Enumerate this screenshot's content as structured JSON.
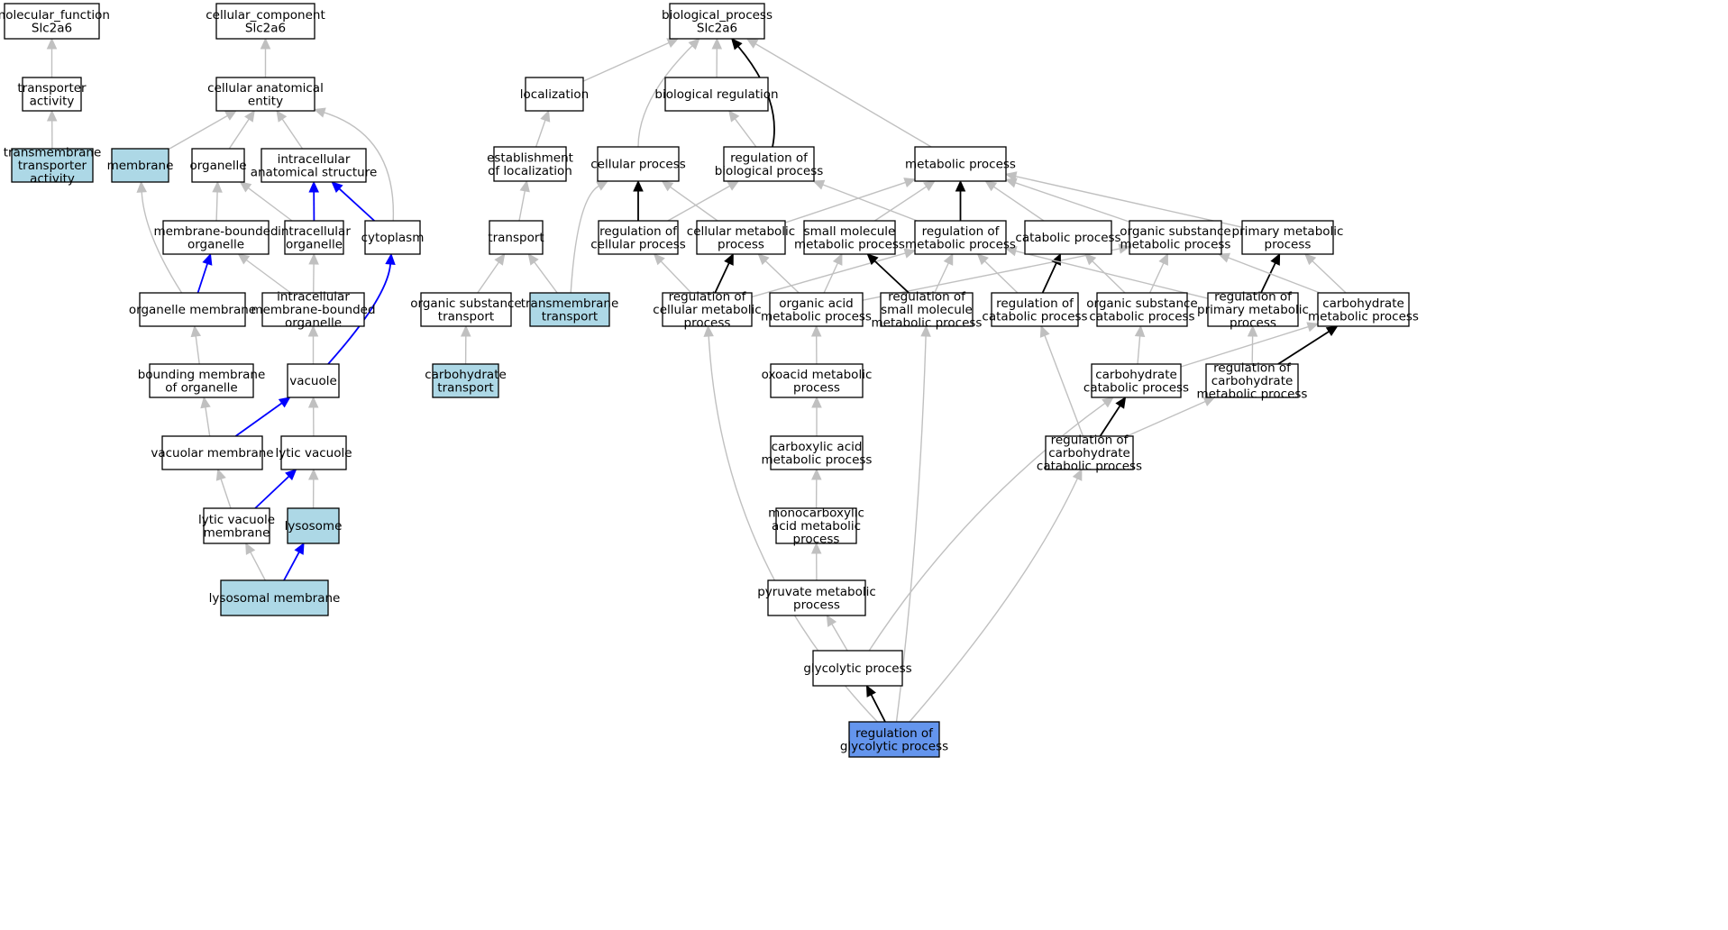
{
  "colors": {
    "white": "#ffffff",
    "light": "#add8e6",
    "focus": "#6495ed",
    "gray": "#c0c0c0",
    "black": "#000000",
    "blue": "#0000ff"
  },
  "nodes": [
    {
      "id": "mf",
      "lines": [
        "molecular_function",
        "Slc2a6"
      ],
      "fill": "white"
    },
    {
      "id": "ta",
      "lines": [
        "transporter",
        "activity"
      ],
      "fill": "white"
    },
    {
      "id": "tta",
      "lines": [
        "transmembrane",
        "transporter",
        "activity"
      ],
      "fill": "light"
    },
    {
      "id": "cc",
      "lines": [
        "cellular_component",
        "Slc2a6"
      ],
      "fill": "white"
    },
    {
      "id": "cae",
      "lines": [
        "cellular anatomical",
        "entity"
      ],
      "fill": "white"
    },
    {
      "id": "mem",
      "lines": [
        "membrane"
      ],
      "fill": "light"
    },
    {
      "id": "org",
      "lines": [
        "organelle"
      ],
      "fill": "white"
    },
    {
      "id": "ias",
      "lines": [
        "intracellular",
        "anatomical structure"
      ],
      "fill": "white"
    },
    {
      "id": "mbo",
      "lines": [
        "membrane-bounded",
        "organelle"
      ],
      "fill": "white"
    },
    {
      "id": "io",
      "lines": [
        "intracellular",
        "organelle"
      ],
      "fill": "white"
    },
    {
      "id": "cyt",
      "lines": [
        "cytoplasm"
      ],
      "fill": "white"
    },
    {
      "id": "om",
      "lines": [
        "organelle membrane"
      ],
      "fill": "white"
    },
    {
      "id": "imbo",
      "lines": [
        "intracellular",
        "membrane-bounded",
        "organelle"
      ],
      "fill": "white"
    },
    {
      "id": "bmo",
      "lines": [
        "bounding membrane",
        "of organelle"
      ],
      "fill": "white"
    },
    {
      "id": "vac",
      "lines": [
        "vacuole"
      ],
      "fill": "white"
    },
    {
      "id": "vm",
      "lines": [
        "vacuolar membrane"
      ],
      "fill": "white"
    },
    {
      "id": "lv",
      "lines": [
        "lytic vacuole"
      ],
      "fill": "white"
    },
    {
      "id": "lvm",
      "lines": [
        "lytic vacuole",
        "membrane"
      ],
      "fill": "white"
    },
    {
      "id": "lys",
      "lines": [
        "lysosome"
      ],
      "fill": "light"
    },
    {
      "id": "lm",
      "lines": [
        "lysosomal membrane"
      ],
      "fill": "light"
    },
    {
      "id": "bp",
      "lines": [
        "biological_process",
        "Slc2a6"
      ],
      "fill": "white"
    },
    {
      "id": "loc",
      "lines": [
        "localization"
      ],
      "fill": "white"
    },
    {
      "id": "br",
      "lines": [
        "biological regulation"
      ],
      "fill": "white"
    },
    {
      "id": "eol",
      "lines": [
        "establishment",
        "of localization"
      ],
      "fill": "white"
    },
    {
      "id": "cp",
      "lines": [
        "cellular process"
      ],
      "fill": "white"
    },
    {
      "id": "rbp",
      "lines": [
        "regulation of",
        "biological process"
      ],
      "fill": "white"
    },
    {
      "id": "mp",
      "lines": [
        "metabolic process"
      ],
      "fill": "white"
    },
    {
      "id": "tr",
      "lines": [
        "transport"
      ],
      "fill": "white"
    },
    {
      "id": "rcp",
      "lines": [
        "regulation of",
        "cellular process"
      ],
      "fill": "white"
    },
    {
      "id": "cmp",
      "lines": [
        "cellular metabolic",
        "process"
      ],
      "fill": "white"
    },
    {
      "id": "smmp",
      "lines": [
        "small molecule",
        "metabolic process"
      ],
      "fill": "white"
    },
    {
      "id": "rmp",
      "lines": [
        "regulation of",
        "metabolic process"
      ],
      "fill": "white"
    },
    {
      "id": "catp",
      "lines": [
        "catabolic process"
      ],
      "fill": "white"
    },
    {
      "id": "osmp",
      "lines": [
        "organic substance",
        "metabolic process"
      ],
      "fill": "white"
    },
    {
      "id": "pmp",
      "lines": [
        "primary metabolic",
        "process"
      ],
      "fill": "white"
    },
    {
      "id": "ost",
      "lines": [
        "organic substance",
        "transport"
      ],
      "fill": "white"
    },
    {
      "id": "tmt",
      "lines": [
        "transmembrane",
        "transport"
      ],
      "fill": "light"
    },
    {
      "id": "rcmp",
      "lines": [
        "regulation of",
        "cellular metabolic",
        "process"
      ],
      "fill": "white"
    },
    {
      "id": "oamp",
      "lines": [
        "organic acid",
        "metabolic process"
      ],
      "fill": "white"
    },
    {
      "id": "rsmmp",
      "lines": [
        "regulation of",
        "small molecule",
        "metabolic process"
      ],
      "fill": "white"
    },
    {
      "id": "rcatp",
      "lines": [
        "regulation of",
        "catabolic process"
      ],
      "fill": "white"
    },
    {
      "id": "oscp",
      "lines": [
        "organic substance",
        "catabolic process"
      ],
      "fill": "white"
    },
    {
      "id": "rpmp",
      "lines": [
        "regulation of",
        "primary metabolic",
        "process"
      ],
      "fill": "white"
    },
    {
      "id": "chmp",
      "lines": [
        "carbohydrate",
        "metabolic process"
      ],
      "fill": "white"
    },
    {
      "id": "cht",
      "lines": [
        "carbohydrate",
        "transport"
      ],
      "fill": "light"
    },
    {
      "id": "oxmp",
      "lines": [
        "oxoacid metabolic",
        "process"
      ],
      "fill": "white"
    },
    {
      "id": "chcp",
      "lines": [
        "carbohydrate",
        "catabolic process"
      ],
      "fill": "white"
    },
    {
      "id": "rchmp",
      "lines": [
        "regulation of",
        "carbohydrate",
        "metabolic process"
      ],
      "fill": "white"
    },
    {
      "id": "camp",
      "lines": [
        "carboxylic acid",
        "metabolic process"
      ],
      "fill": "white"
    },
    {
      "id": "rchcp",
      "lines": [
        "regulation of",
        "carbohydrate",
        "catabolic process"
      ],
      "fill": "white"
    },
    {
      "id": "mcamp",
      "lines": [
        "monocarboxylic",
        "acid metabolic",
        "process"
      ],
      "fill": "white"
    },
    {
      "id": "pymp",
      "lines": [
        "pyruvate metabolic",
        "process"
      ],
      "fill": "white"
    },
    {
      "id": "gp",
      "lines": [
        "glycolytic process"
      ],
      "fill": "white"
    },
    {
      "id": "rgp",
      "lines": [
        "regulation of",
        "glycolytic process"
      ],
      "fill": "focus"
    }
  ],
  "edges": [
    {
      "from": "ta",
      "to": "mf",
      "color": "gray"
    },
    {
      "from": "tta",
      "to": "ta",
      "color": "gray"
    },
    {
      "from": "cae",
      "to": "cc",
      "color": "gray"
    },
    {
      "from": "mem",
      "to": "cae",
      "color": "gray"
    },
    {
      "from": "org",
      "to": "cae",
      "color": "gray"
    },
    {
      "from": "ias",
      "to": "cae",
      "color": "gray"
    },
    {
      "from": "cyt",
      "to": "cae",
      "color": "gray"
    },
    {
      "from": "mbo",
      "to": "org",
      "color": "gray"
    },
    {
      "from": "io",
      "to": "org",
      "color": "gray"
    },
    {
      "from": "io",
      "to": "ias",
      "color": "blue"
    },
    {
      "from": "cyt",
      "to": "ias",
      "color": "blue"
    },
    {
      "from": "om",
      "to": "mem",
      "color": "gray"
    },
    {
      "from": "om",
      "to": "mbo",
      "color": "blue"
    },
    {
      "from": "imbo",
      "to": "mbo",
      "color": "gray"
    },
    {
      "from": "imbo",
      "to": "io",
      "color": "gray"
    },
    {
      "from": "bmo",
      "to": "om",
      "color": "gray"
    },
    {
      "from": "vac",
      "to": "imbo",
      "color": "gray"
    },
    {
      "from": "vac",
      "to": "cyt",
      "color": "blue"
    },
    {
      "from": "vm",
      "to": "bmo",
      "color": "gray"
    },
    {
      "from": "vm",
      "to": "vac",
      "color": "blue"
    },
    {
      "from": "lv",
      "to": "vac",
      "color": "gray"
    },
    {
      "from": "lvm",
      "to": "vm",
      "color": "gray"
    },
    {
      "from": "lvm",
      "to": "lv",
      "color": "blue"
    },
    {
      "from": "lys",
      "to": "lv",
      "color": "gray"
    },
    {
      "from": "lm",
      "to": "lvm",
      "color": "gray"
    },
    {
      "from": "lm",
      "to": "lys",
      "color": "blue"
    },
    {
      "from": "loc",
      "to": "bp",
      "color": "gray"
    },
    {
      "from": "br",
      "to": "bp",
      "color": "gray"
    },
    {
      "from": "cp",
      "to": "bp",
      "color": "gray"
    },
    {
      "from": "rbp",
      "to": "bp",
      "color": "black"
    },
    {
      "from": "mp",
      "to": "bp",
      "color": "gray"
    },
    {
      "from": "eol",
      "to": "loc",
      "color": "gray"
    },
    {
      "from": "rbp",
      "to": "br",
      "color": "gray"
    },
    {
      "from": "tr",
      "to": "eol",
      "color": "gray"
    },
    {
      "from": "rcp",
      "to": "cp",
      "color": "black"
    },
    {
      "from": "rcp",
      "to": "rbp",
      "color": "gray"
    },
    {
      "from": "cmp",
      "to": "cp",
      "color": "gray"
    },
    {
      "from": "cmp",
      "to": "mp",
      "color": "gray"
    },
    {
      "from": "smmp",
      "to": "mp",
      "color": "gray"
    },
    {
      "from": "rmp",
      "to": "mp",
      "color": "black"
    },
    {
      "from": "rmp",
      "to": "rbp",
      "color": "gray"
    },
    {
      "from": "catp",
      "to": "mp",
      "color": "gray"
    },
    {
      "from": "osmp",
      "to": "mp",
      "color": "gray"
    },
    {
      "from": "pmp",
      "to": "mp",
      "color": "gray"
    },
    {
      "from": "ost",
      "to": "tr",
      "color": "gray"
    },
    {
      "from": "tmt",
      "to": "tr",
      "color": "gray"
    },
    {
      "from": "tmt",
      "to": "cp",
      "color": "gray"
    },
    {
      "from": "cht",
      "to": "ost",
      "color": "gray"
    },
    {
      "from": "rcmp",
      "to": "rcp",
      "color": "gray"
    },
    {
      "from": "rcmp",
      "to": "cmp",
      "color": "black"
    },
    {
      "from": "rcmp",
      "to": "rmp",
      "color": "gray"
    },
    {
      "from": "oamp",
      "to": "cmp",
      "color": "gray"
    },
    {
      "from": "oamp",
      "to": "smmp",
      "color": "gray"
    },
    {
      "from": "oamp",
      "to": "osmp",
      "color": "gray"
    },
    {
      "from": "rsmmp",
      "to": "smmp",
      "color": "black"
    },
    {
      "from": "rsmmp",
      "to": "rmp",
      "color": "gray"
    },
    {
      "from": "rcatp",
      "to": "catp",
      "color": "black"
    },
    {
      "from": "rcatp",
      "to": "rmp",
      "color": "gray"
    },
    {
      "from": "oscp",
      "to": "catp",
      "color": "gray"
    },
    {
      "from": "oscp",
      "to": "osmp",
      "color": "gray"
    },
    {
      "from": "rpmp",
      "to": "pmp",
      "color": "black"
    },
    {
      "from": "rpmp",
      "to": "rmp",
      "color": "gray"
    },
    {
      "from": "chmp",
      "to": "osmp",
      "color": "gray"
    },
    {
      "from": "chmp",
      "to": "pmp",
      "color": "gray"
    },
    {
      "from": "oxmp",
      "to": "oamp",
      "color": "gray"
    },
    {
      "from": "camp",
      "to": "oxmp",
      "color": "gray"
    },
    {
      "from": "mcamp",
      "to": "camp",
      "color": "gray"
    },
    {
      "from": "pymp",
      "to": "mcamp",
      "color": "gray"
    },
    {
      "from": "gp",
      "to": "pymp",
      "color": "gray"
    },
    {
      "from": "gp",
      "to": "chcp",
      "color": "gray"
    },
    {
      "from": "chcp",
      "to": "oscp",
      "color": "gray"
    },
    {
      "from": "chcp",
      "to": "chmp",
      "color": "gray"
    },
    {
      "from": "rchmp",
      "to": "rpmp",
      "color": "gray"
    },
    {
      "from": "rchmp",
      "to": "chmp",
      "color": "black"
    },
    {
      "from": "rchcp",
      "to": "chcp",
      "color": "black"
    },
    {
      "from": "rchcp",
      "to": "rchmp",
      "color": "gray"
    },
    {
      "from": "rchcp",
      "to": "rcatp",
      "color": "gray"
    },
    {
      "from": "rgp",
      "to": "gp",
      "color": "black"
    },
    {
      "from": "rgp",
      "to": "rcmp",
      "color": "gray"
    },
    {
      "from": "rgp",
      "to": "rsmmp",
      "color": "gray"
    },
    {
      "from": "rgp",
      "to": "rchcp",
      "color": "gray"
    }
  ]
}
